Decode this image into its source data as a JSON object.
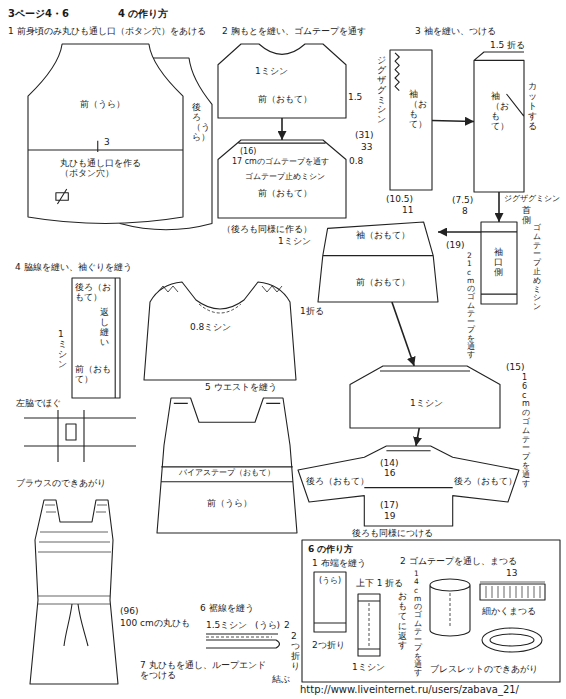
{
  "diagram": {
    "title": "3ページ4・6",
    "nodes": [
      {
        "text": [
          "前（うら）"
        ]
      },
      {
        "text": [
          "後ろ（うら）"
        ]
      },
      {
        "text": [
          "前（おもて）"
        ]
      },
      {
        "text": [
          "前（おもて）"
        ]
      },
      {
        "text": [
          "袖（おもて）"
        ]
      },
      {
        "text": [
          "袖（おもて）"
        ]
      },
      {
        "text": [
          "袖口側"
        ]
      },
      {
        "text": [
          "袖（おもて）",
          "前（おもて）"
        ]
      },
      {
        "text": [
          "1ミシン"
        ]
      },
      {
        "text": [
          "後ろ（おもて）",
          "後ろ（おもて）"
        ]
      },
      {
        "text": [
          "後ろ（おもて）",
          "前（おもて）"
        ]
      },
      {
        "text": [
          "バイアステープ（おもて）",
          "前（うら）"
        ]
      },
      {
        "text": [
          "6 の作り方"
        ]
      },
      {
        "text": [
          "(うら)"
        ],
        "in": 12
      }
    ],
    "edges": [
      {
        "from": 2,
        "to": 3,
        "arrow": "to"
      },
      {
        "from": 4,
        "to": 5,
        "arrow": "to"
      },
      {
        "from": 5,
        "to": 6,
        "arrow": "to"
      },
      {
        "from": 6,
        "to": 7,
        "arrow": "to"
      },
      {
        "from": 7,
        "to": 8,
        "arrow": "to"
      },
      {
        "from": 8,
        "to": 9,
        "arrow": "to"
      }
    ],
    "labels": [
      "4 の作り方",
      "1 前身頃のみ丸ひも通し口（ボタン穴）をあける",
      "3",
      "丸ひも通し口を作る （ボタン穴）",
      "2 胸もとを縫い、ゴムテープを通す",
      "1ミシン",
      "1.5",
      "(16)",
      "17 cmのゴムテープを通す",
      "0.8",
      "ゴムテープ止めミシン",
      "（後ろも同様に作る）",
      "3 袖を縫い、つける",
      "ジグザグミシン",
      "(31)",
      "33",
      "(10.5)",
      "11",
      "1.5 折る",
      "カットする",
      "(7.5)",
      "8",
      "ジグザグミシン",
      "首側",
      "(19)",
      "21 cmのゴムテープを通す",
      "ゴムテープ止めミシン",
      "1ミシン",
      "(15)",
      "16 cmのゴムテープを通す",
      "4 脇線を縫い、袖ぐりを縫う",
      "返し縫い",
      "1ミシン",
      "0.8ミシン",
      "1折る",
      "5 ウエストを縫う",
      "(14)",
      "16",
      "(17)",
      "19",
      "後ろも同様につける",
      "左脇でほぐ",
      "ブラウスのできあがり",
      "(96)",
      "100 cmの丸ひも",
      "6 裾線を縫う",
      "1.5ミシン",
      "(うら)",
      "2",
      "2つ折り",
      "7 丸ひもを通し、ループエンドをつける",
      "結ぶ",
      "1 布端を縫う",
      "上下 1 折る",
      "2つ折り",
      "1ミシン",
      "おもてに返す",
      "2 ゴムテープを通し、まつる",
      "14 cmのゴムテープを通す",
      "13",
      "細かくまつる",
      "ブレスレットのできあがり",
      "http://www.liveinternet.ru/users/zabava_21/"
    ]
  }
}
